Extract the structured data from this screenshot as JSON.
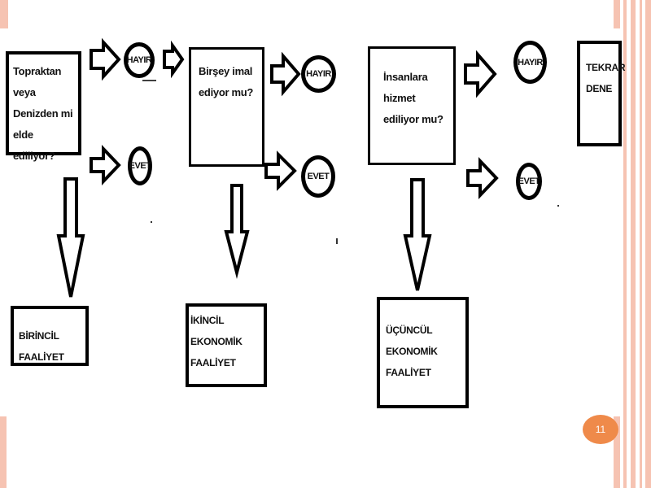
{
  "slide": {
    "page_number": "11",
    "accent_color": "#ef8a4a",
    "stripe_color": "#f6c3b2"
  },
  "diagram": {
    "q1": "Topraktan veya\nDenizden mi elde\nediliyor?",
    "q2": "Birşey  imal\nediyor mu?",
    "q3": "İnsanlara hizmet\nediliyor mu?",
    "hayir": "HAYIR",
    "evet": "EVET",
    "retry": "TEKRAR\nDENE",
    "r1": "BİRİNCİL FAALİYET",
    "r2": "İKİNCİL EKONOMİK\nFAALİYET",
    "r3": "ÜÇÜNCÜL EKONOMİK\nFAALİYET"
  }
}
